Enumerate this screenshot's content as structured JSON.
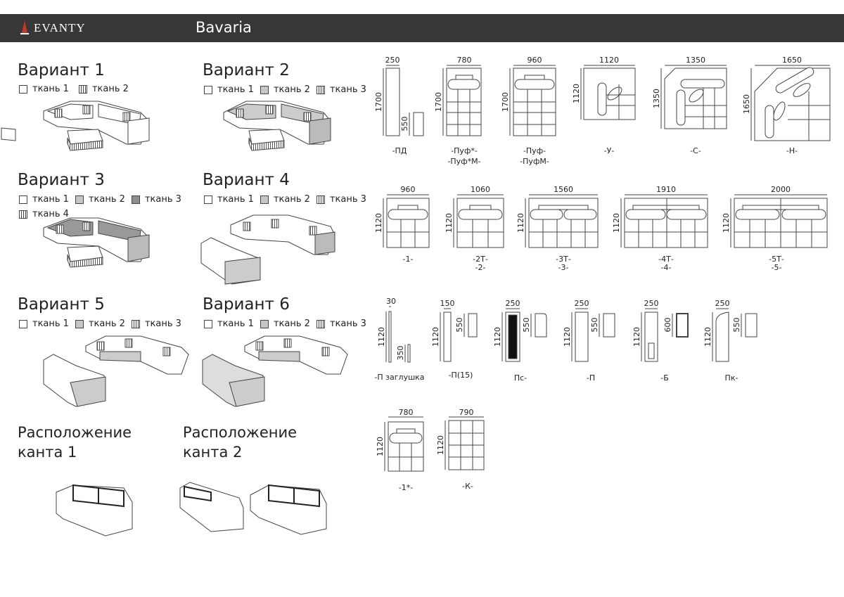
{
  "header": {
    "brand": "EVANTY",
    "title": "Bavaria"
  },
  "variants": [
    {
      "title": "Вариант 1",
      "fabrics": [
        "ткань 1",
        "ткань 2"
      ]
    },
    {
      "title": "Вариант 2",
      "fabrics": [
        "ткань 1",
        "ткань 2",
        "ткань 3"
      ]
    },
    {
      "title": "Вариант 3",
      "fabrics": [
        "ткань 1",
        "ткань 2",
        "ткань 3",
        "ткань 4"
      ]
    },
    {
      "title": "Вариант 4",
      "fabrics": [
        "ткань 1",
        "ткань 2",
        "ткань 3"
      ]
    },
    {
      "title": "Вариант 5",
      "fabrics": [
        "ткань 1",
        "ткань 2",
        "ткань 3"
      ]
    },
    {
      "title": "Вариант 6",
      "fabrics": [
        "ткань 1",
        "ткань 2",
        "ткань 3"
      ]
    }
  ],
  "kant": [
    {
      "line1": "Расположение",
      "line2": "канта 1"
    },
    {
      "line1": "Расположение",
      "line2": "канта 2"
    }
  ],
  "modules_row1": [
    {
      "w": "250",
      "h": "1700",
      "h2": "550",
      "name1": "-ПД",
      "name2": ""
    },
    {
      "w": "780",
      "h": "1700",
      "name1": "-Пуф*-",
      "name2": "-Пуф*М-"
    },
    {
      "w": "960",
      "h": "1700",
      "name1": "-Пуф-",
      "name2": "-ПуфМ-"
    },
    {
      "w": "1120",
      "h": "1120",
      "name1": "-У-",
      "name2": ""
    },
    {
      "w": "1350",
      "h": "1350",
      "name1": "-С-",
      "name2": ""
    },
    {
      "w": "1650",
      "h": "1650",
      "name1": "-Н-",
      "name2": ""
    }
  ],
  "modules_row2": [
    {
      "w": "960",
      "h": "1120",
      "name1": "-1-",
      "name2": ""
    },
    {
      "w": "1060",
      "h": "1120",
      "name1": "-2Т-",
      "name2": "-2-"
    },
    {
      "w": "1560",
      "h": "1120",
      "name1": "-3Т-",
      "name2": "-3-"
    },
    {
      "w": "1910",
      "h": "1120",
      "name1": "-4Т-",
      "name2": "-4-"
    },
    {
      "w": "2000",
      "h": "1120",
      "name1": "-5Т-",
      "name2": "-5-"
    }
  ],
  "modules_row3": [
    {
      "w": "30",
      "h": "1120",
      "h2": "350",
      "name1": "-П заглушка"
    },
    {
      "w": "150",
      "h": "1120",
      "h2": "550",
      "name1": "-П(15)"
    },
    {
      "w": "250",
      "h": "1120",
      "h2": "550",
      "name1": "Пс-"
    },
    {
      "w": "250",
      "h": "1120",
      "h2": "550",
      "name1": "-П"
    },
    {
      "w": "250",
      "h": "1120",
      "h2": "600",
      "name1": "-Б"
    },
    {
      "w": "250",
      "h": "1120",
      "h2": "550",
      "name1": "Пк-"
    }
  ],
  "modules_row4": [
    {
      "w": "780",
      "h": "1120",
      "name1": "-1*-"
    },
    {
      "w": "790",
      "h": "1120",
      "name1": "-К-"
    }
  ]
}
